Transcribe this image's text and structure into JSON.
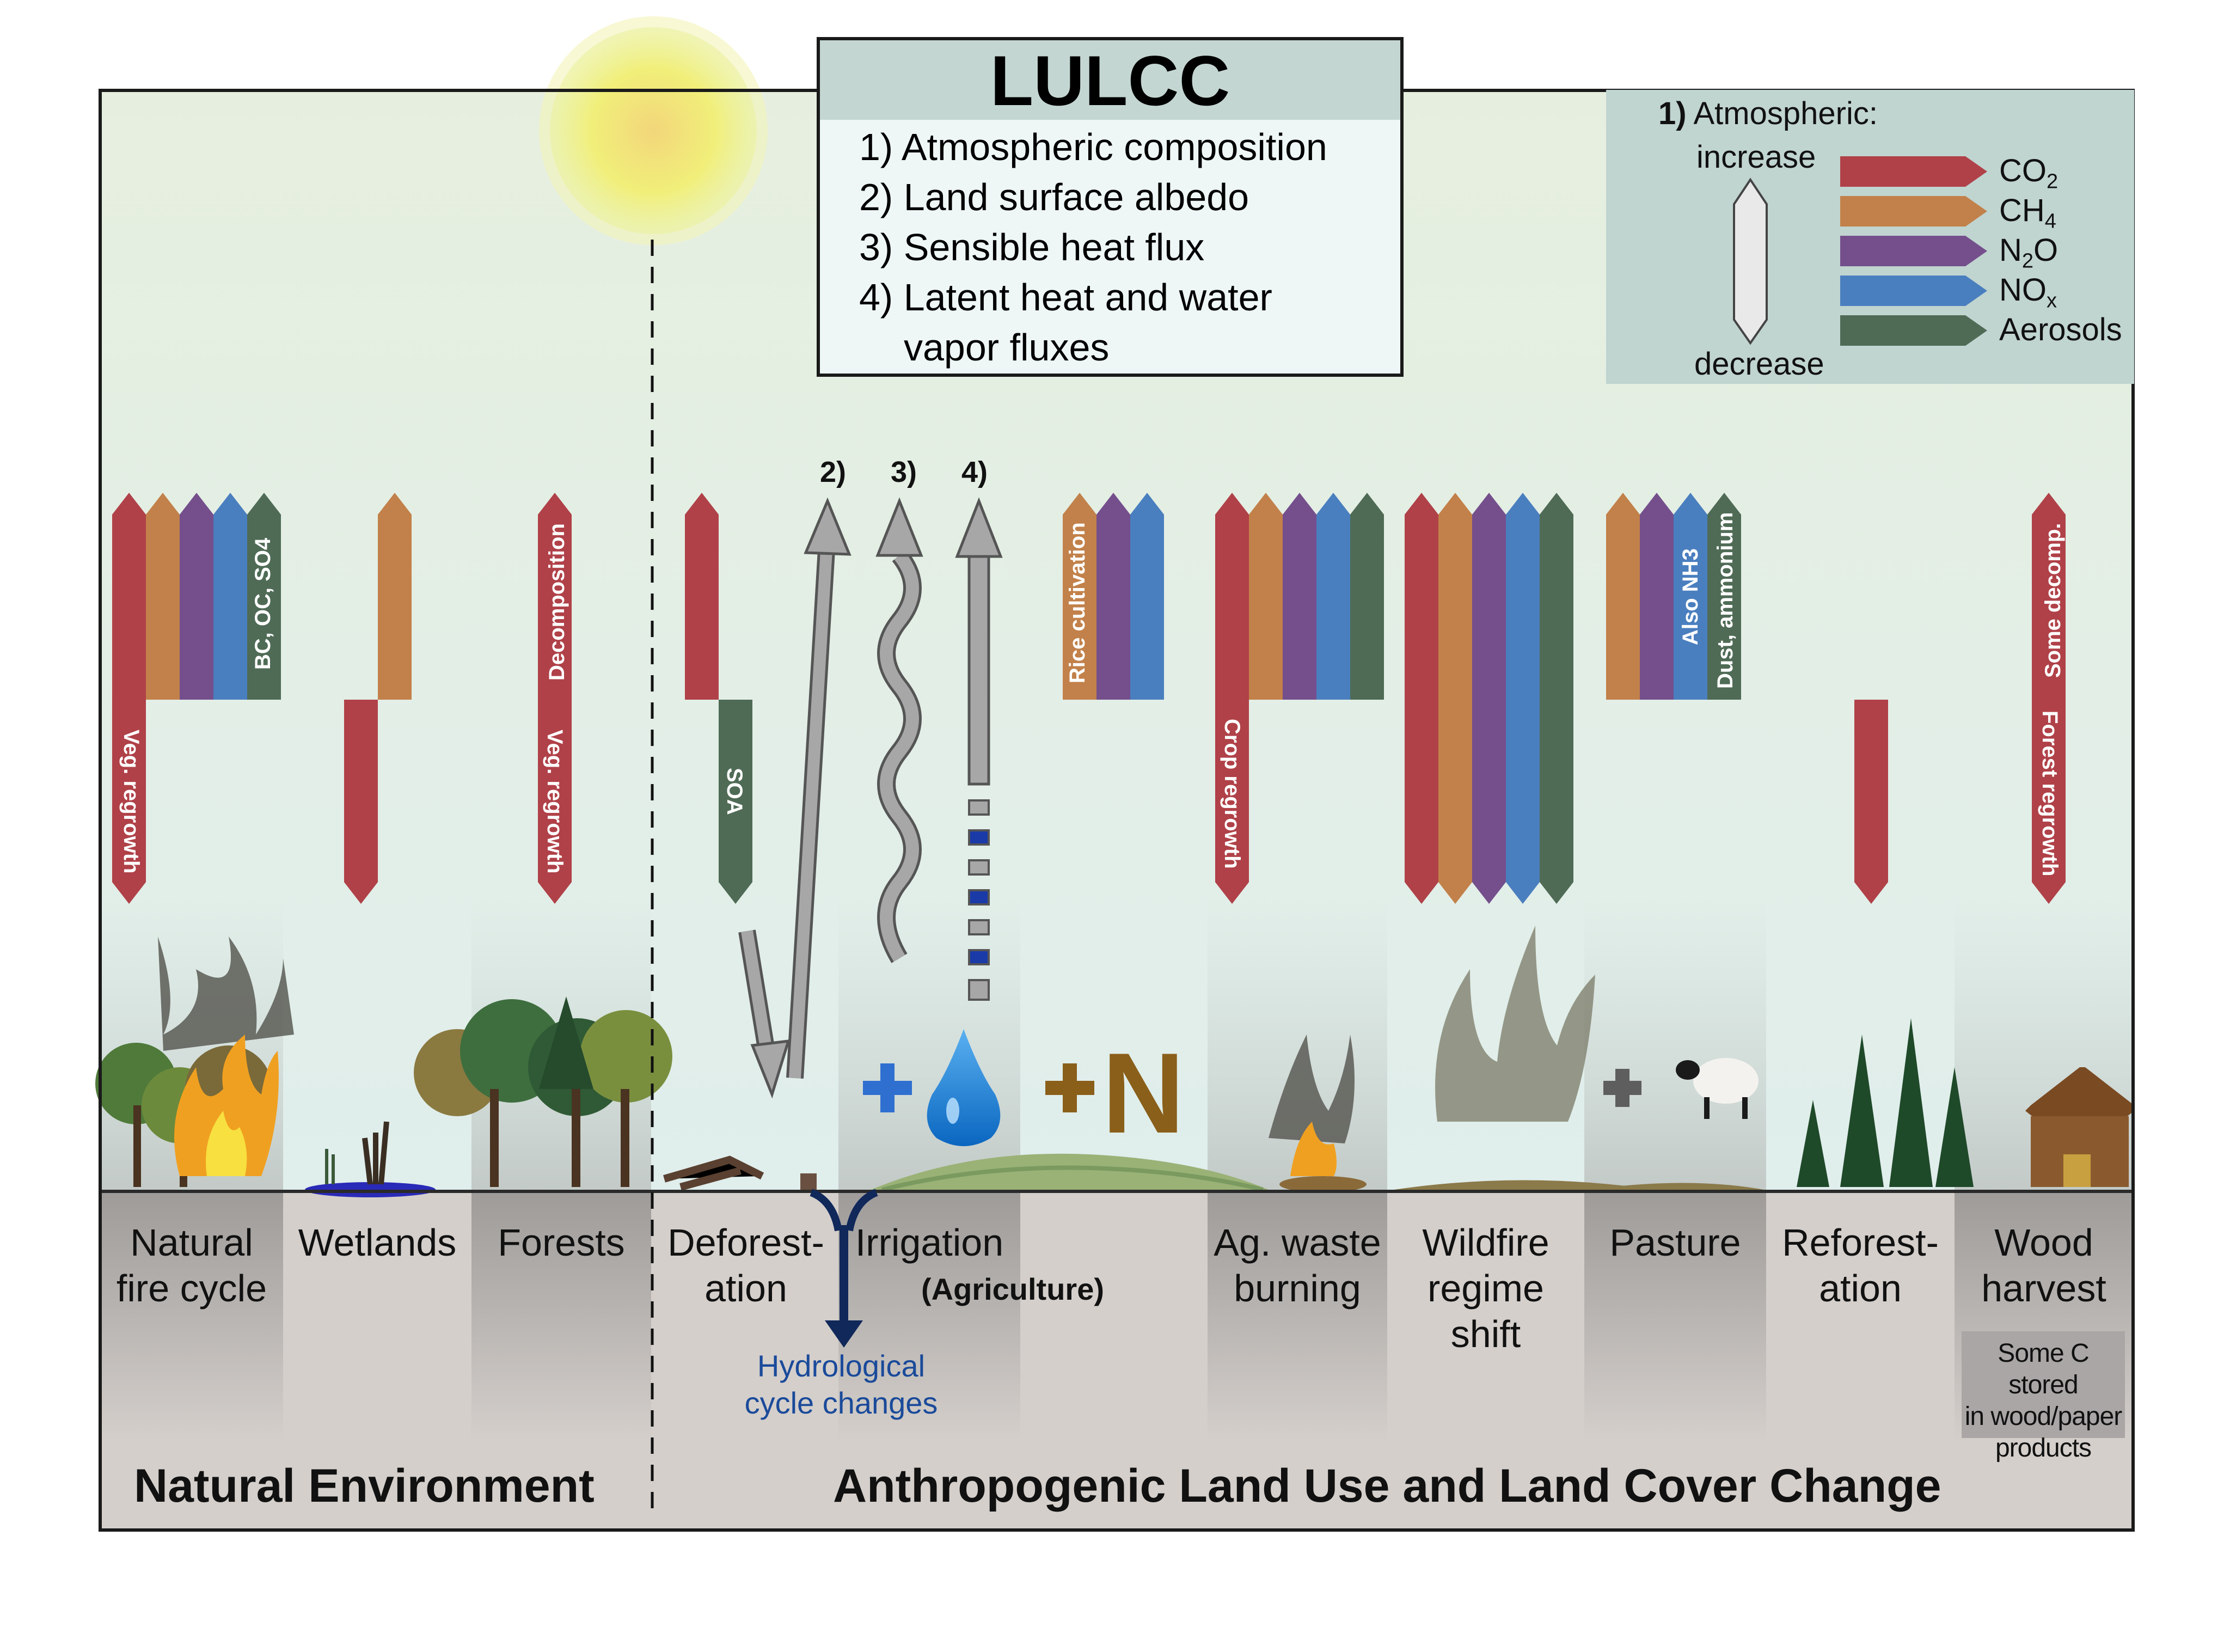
{
  "title_box": {
    "title": "LULCC",
    "items": [
      "1) Atmospheric composition",
      "2) Land surface albedo",
      "3) Sensible heat flux",
      "4) Latent heat and water",
      "vapor fluxes"
    ]
  },
  "legend": {
    "heading_num": "1)",
    "heading": "Atmospheric:",
    "increase": "increase",
    "decrease": "decrease",
    "gases": [
      {
        "label": "CO",
        "sub": "2",
        "color": "#b04148"
      },
      {
        "label": "CH",
        "sub": "4",
        "color": "#c2814a"
      },
      {
        "label": "N",
        "sub": "2",
        "tail": "O",
        "color": "#744f8c"
      },
      {
        "label": "NO",
        "sub": "x",
        "color": "#4a7fbf"
      },
      {
        "label": "Aerosols",
        "sub": "",
        "color": "#4f6b56"
      }
    ]
  },
  "arrow_labels": {
    "albedo": "2)",
    "sensible": "3)",
    "latent": "4)"
  },
  "bar_labels": {
    "veg_regrowth": "Veg. regrowth",
    "bc_oc_so4": "BC, OC, SO4",
    "decomposition": "Decomposition",
    "soa": "SOA",
    "rice_cultivation": "Rice cultivation",
    "crop_regrowth": "Crop regrowth",
    "also_nh3": "Also NH3",
    "dust_ammonium": "Dust, ammonium",
    "some_decomp": "Some decomp.",
    "forest_regrowth": "Forest regrowth"
  },
  "inputs": {
    "plus": "+",
    "nitrogen": "N"
  },
  "categories": [
    {
      "id": "natural-fire-cycle",
      "lines": [
        "Natural",
        "fire cycle"
      ]
    },
    {
      "id": "wetlands",
      "lines": [
        "Wetlands"
      ]
    },
    {
      "id": "forests",
      "lines": [
        "Forests"
      ]
    },
    {
      "id": "deforestation",
      "lines": [
        "Deforest-",
        "ation"
      ]
    },
    {
      "id": "irrigation",
      "lines": [
        "Irrigation"
      ]
    },
    {
      "id": "ag-waste-burning",
      "lines": [
        "Ag. waste",
        "burning"
      ]
    },
    {
      "id": "wildfire-regime-shift",
      "lines": [
        "Wildfire",
        "regime",
        "shift"
      ]
    },
    {
      "id": "pasture",
      "lines": [
        "Pasture"
      ]
    },
    {
      "id": "reforestation",
      "lines": [
        "Reforest-",
        "ation"
      ]
    },
    {
      "id": "wood-harvest",
      "lines": [
        "Wood",
        "harvest"
      ]
    }
  ],
  "agriculture_label": "(Agriculture)",
  "hydrological": [
    "Hydrological",
    "cycle changes"
  ],
  "wood_store": [
    "Some C stored",
    "in wood/paper",
    "products"
  ],
  "regions": {
    "natural": "Natural Environment",
    "anthropogenic": "Anthropogenic Land Use and Land Cover Change"
  },
  "colors": {
    "co2": "#b04148",
    "ch4": "#c2814a",
    "n2o": "#744f8c",
    "nox": "#4a7fbf",
    "aerosols": "#4f6b56",
    "sky": "#e2efeb",
    "ground": "#d4cfcb",
    "legend_bg": "#c0d4d0"
  }
}
